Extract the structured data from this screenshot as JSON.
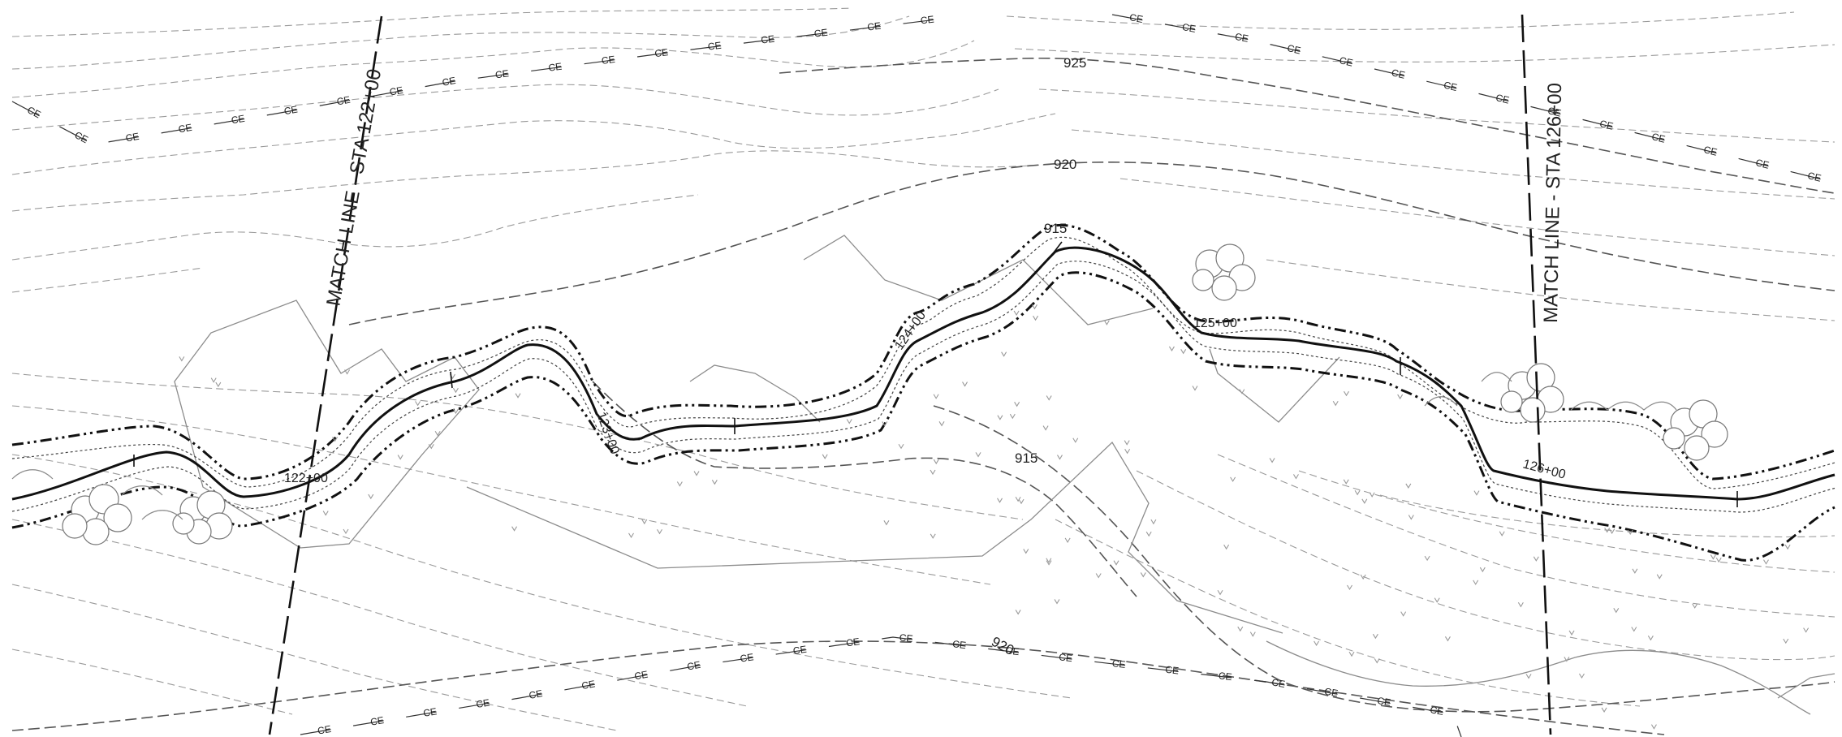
{
  "match_lines": {
    "left": "MATCH LINE - STA 122+00",
    "right": "MATCH LINE - STA 126+00"
  },
  "stations": {
    "s122": "122+00",
    "s123": "123+00",
    "s124": "124+00",
    "s125": "125+00",
    "s126": "126+00"
  },
  "contour_labels": {
    "c925": "925",
    "c920_top": "920",
    "c915_top": "915",
    "c915_mid": "915",
    "c920_bottom": "920"
  },
  "easement_label": "CE",
  "colors": {
    "alignment": "#111111",
    "contour_minor": "#9a9a9a",
    "contour_major": "#555555",
    "boundary": "#8c8c8c"
  },
  "icons": {
    "tree": "tree-cluster-icon",
    "grass": "grass-hatch-icon"
  }
}
